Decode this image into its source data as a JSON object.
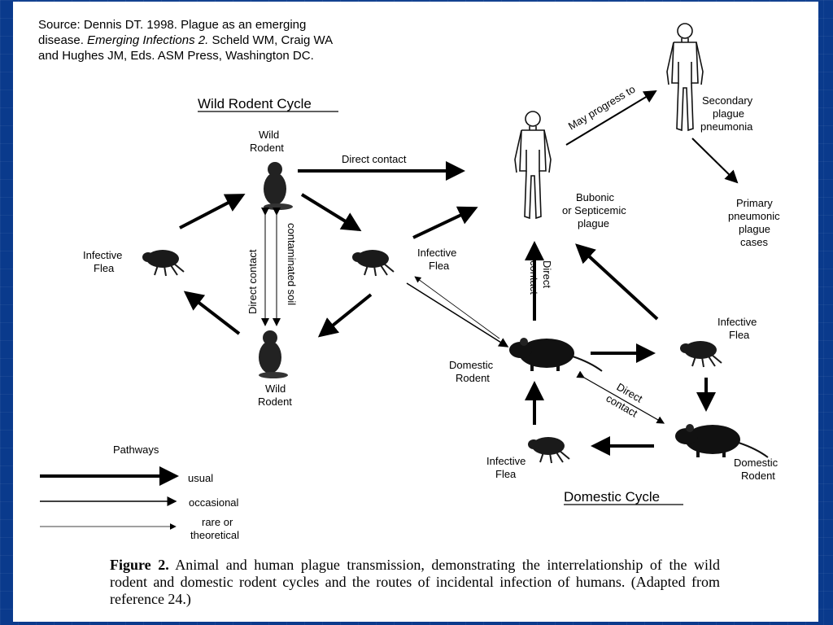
{
  "source": {
    "line1": "Source: Dennis DT. 1998. Plague as an emerging",
    "line2_prefix": "disease.",
    "line2_italic": "Emerging Infections 2.",
    "line2_suffix": "Scheld WM, Craig WA",
    "line3": "and Hughes JM, Eds. ASM Press, Washington DC."
  },
  "diagram": {
    "wild_cycle_title": "Wild Rodent Cycle",
    "domestic_cycle_title": "Domestic Cycle",
    "wild_rodent_top": [
      "Wild",
      "Rodent"
    ],
    "wild_rodent_bottom": [
      "Wild",
      "Rodent"
    ],
    "infective_flea_left": [
      "Infective",
      "Flea"
    ],
    "infective_flea_mid": [
      "Infective",
      "Flea"
    ],
    "direct_contact_top": "Direct contact",
    "direct_contact_vertical": "Direct contact",
    "contaminated_soil": "contaminated soil",
    "may_progress_to": "May progress to",
    "secondary_plague": [
      "Secondary",
      "plague",
      "pneumonia"
    ],
    "primary_pneumonic": [
      "Primary",
      "pneumonic",
      "plague",
      "cases"
    ],
    "bubonic": [
      "Bubonic",
      "or Septicemic",
      "plague"
    ],
    "direct_contact_domestic_up": [
      "Direct",
      "contact"
    ],
    "domestic_rodent_left": [
      "Domestic",
      "Rodent"
    ],
    "infective_flea_right": [
      "Infective",
      "Flea"
    ],
    "direct_contact_diag": [
      "Direct",
      "contact"
    ],
    "infective_flea_bottom": [
      "Infective",
      "Flea"
    ],
    "domestic_rodent_right": [
      "Domestic",
      "Rodent"
    ]
  },
  "legend": {
    "title": "Pathways",
    "usual": "usual",
    "occasional": "occasional",
    "rare": [
      "rare or",
      "theoretical"
    ]
  },
  "caption": {
    "label": "Figure 2.",
    "text": "Animal and human plague transmission, demonstrating the interrelationship of the wild rodent and domestic rodent cycles and the routes of incidental infection of humans. (Adapted from reference 24.)"
  }
}
